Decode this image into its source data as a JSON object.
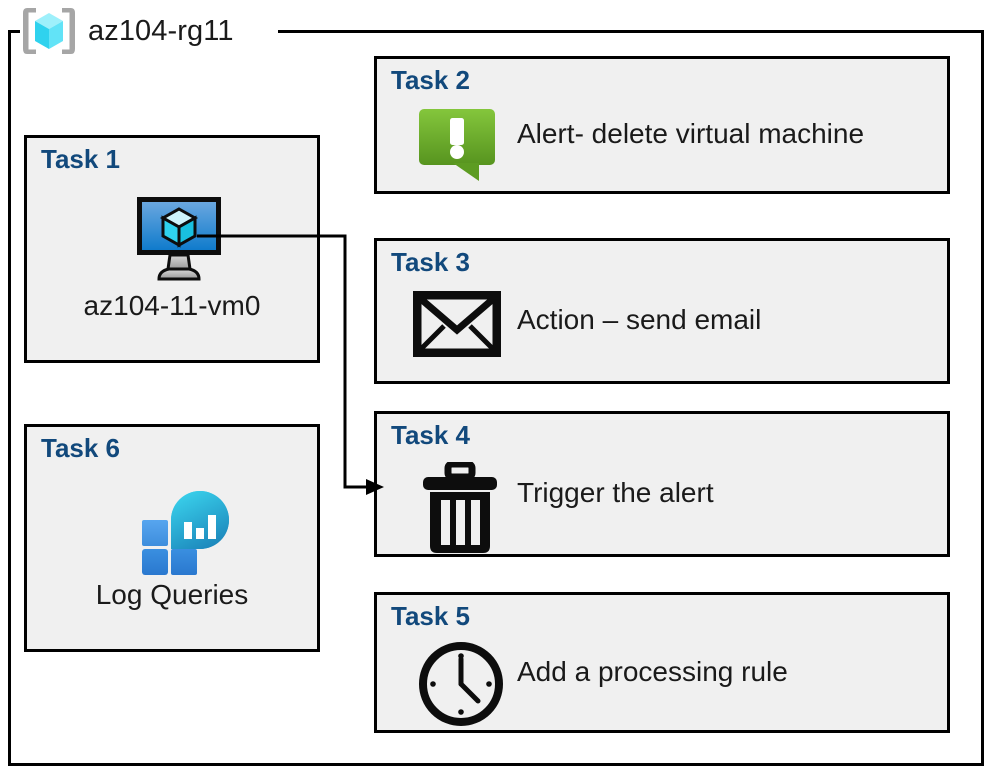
{
  "resource_group": {
    "name": "az104-rg11",
    "icon": "azure-resource-group-cube-icon"
  },
  "colors": {
    "card_background": "#f0f0f0",
    "card_border": "#000000",
    "task_title": "#12497c",
    "label_text": "#1a1a1a",
    "page_background": "#ffffff",
    "alert_green_light": "#7ac143",
    "alert_green_dark": "#5a9e2b",
    "vm_blue_light": "#5b9bd5",
    "vm_blue_dark": "#1279c8",
    "log_cyan_light": "#32cbe8",
    "log_cyan_dark": "#1a8bbd",
    "log_square_blue": "#4a9bea",
    "log_square_blue_dark": "#2b7cd3",
    "rg_cube_cyan": "#5ce1f5",
    "rg_bracket_gray": "#a6a6a6"
  },
  "left_column": [
    {
      "id": "task-1",
      "title": "Task 1",
      "label": "az104-11-vm0",
      "icon": "virtual-machine-monitor-icon"
    },
    {
      "id": "task-6",
      "title": "Task 6",
      "label": "Log Queries",
      "icon": "log-analytics-workspace-icon"
    }
  ],
  "right_column": [
    {
      "id": "task-2",
      "title": "Task 2",
      "label": "Alert- delete virtual machine",
      "icon": "alert-exclamation-bubble-icon"
    },
    {
      "id": "task-3",
      "title": "Task 3",
      "label": "Action – send email",
      "icon": "envelope-icon"
    },
    {
      "id": "task-4",
      "title": "Task 4",
      "label": "Trigger the alert",
      "icon": "trash-can-icon"
    },
    {
      "id": "task-5",
      "title": "Task 5",
      "label": "Add a processing rule",
      "icon": "clock-icon"
    }
  ],
  "connector": {
    "from": "task-1-virtual-machine-icon",
    "to": "task-4-card",
    "arrowhead": "right-arrow"
  }
}
